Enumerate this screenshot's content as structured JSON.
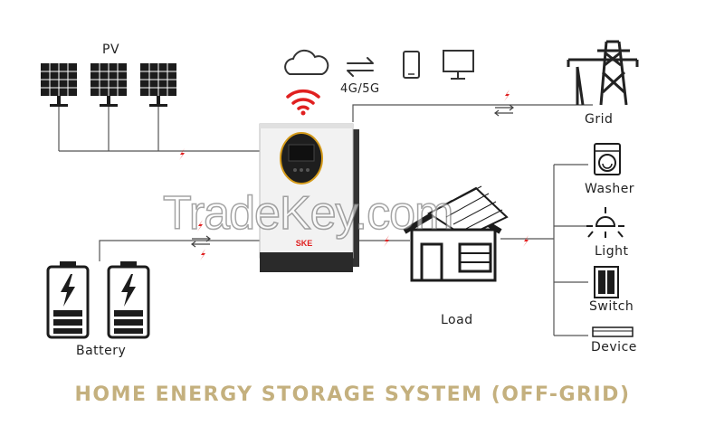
{
  "labels": {
    "pv": "PV",
    "comm": "4G/5G",
    "grid": "Grid",
    "washer": "Washer",
    "light": "Light",
    "switch": "Switch",
    "device": "Device",
    "load": "Load",
    "battery": "Battery"
  },
  "inverter_brand": "SKE",
  "watermark": "TradeKey.com",
  "title": "HOME ENERGY STORAGE SYSTEM (OFF-GRID)",
  "colors": {
    "line": "#555555",
    "accent_red": "#e02020",
    "title_gold": "#c4b07e",
    "inverter_body": "#f2f2f2",
    "inverter_dark": "#2a2a2a",
    "display_gold": "#d49a1a"
  },
  "icons": [
    "cloud-icon",
    "wifi-icon",
    "sync-arrows-icon",
    "phone-icon",
    "monitor-icon",
    "lightning-icon",
    "bidirectional-arrows-icon"
  ]
}
